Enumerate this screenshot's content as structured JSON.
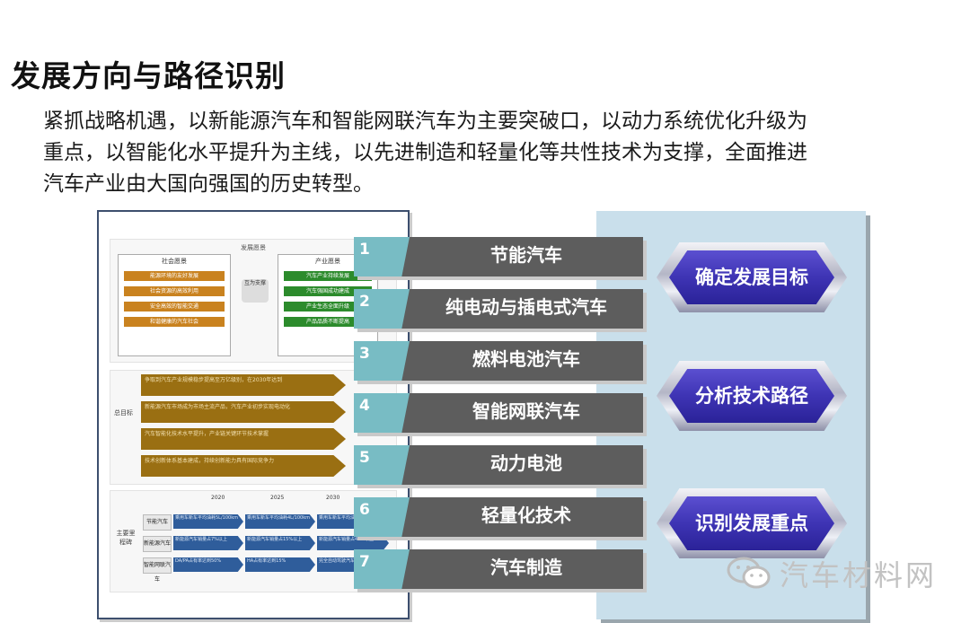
{
  "title": "发展方向与路径识别",
  "intro_lines": [
    "紧抓战略机遇，以新能源汽车和智能网联汽车为主要突破口，以动力系统优化升级为",
    "重点，以智能化水平提升为主线，以先进制造和轻量化等共性技术为支撑，全面推进",
    "汽车产业由大国向强国的历史转型。"
  ],
  "figure": {
    "vision_title": "发展愿景",
    "society": {
      "heading": "社会愿景",
      "items": [
        "能源环境的友好发展",
        "社会资源的高效利用",
        "安全高效的智能交通",
        "和谐健康的汽车社会"
      ]
    },
    "industry": {
      "heading": "产业愿景",
      "items": [
        "汽车产业持续发展",
        "汽车强国成功建成",
        "产业生态全面升级",
        "产品品质不断提高"
      ]
    },
    "support_label": "互为支撑",
    "goals_label": "总目标",
    "goals": [
      "争取到汽车产业规模稳步提高至万亿级别，在2030年达到",
      "新能源汽车市场成为市场主流产品，汽车产业初步实现电动化",
      "汽车智能化技术水平提升，产业链关键环节技术掌握",
      "技术创新体系基本建成，持续创新能力具有国际竞争力"
    ],
    "milestones_label": "主要里程碑",
    "years": [
      "2020",
      "2025",
      "2030"
    ],
    "rows": [
      {
        "label": "节能汽车",
        "cells": [
          "乘用车新车平均油耗5L/100km",
          "乘用车新车平均油耗4L/100km",
          "乘用车新车平均油耗3.2L/100km"
        ]
      },
      {
        "label": "新能源汽车",
        "cells": [
          "新能源汽车销量占7%以上",
          "新能源汽车销量占15%以上",
          "新能源汽车销量占40%以上"
        ]
      },
      {
        "label": "智能网联汽车",
        "cells": [
          "DA/PA占有率达到50%",
          "HA占有率达到15%",
          "完全自动驾驶汽车开始进入市场"
        ]
      }
    ]
  },
  "tech_items": [
    {
      "num": "1",
      "label": "节能汽车"
    },
    {
      "num": "2",
      "label": "纯电动与插电式汽车"
    },
    {
      "num": "3",
      "label": "燃料电池汽车"
    },
    {
      "num": "4",
      "label": "智能网联汽车"
    },
    {
      "num": "5",
      "label": "动力电池"
    },
    {
      "num": "6",
      "label": "轻量化技术"
    },
    {
      "num": "7",
      "label": "汽车制造"
    }
  ],
  "badges": [
    "确定发展目标",
    "分析技术路径",
    "识别发展重点"
  ],
  "watermark_text": "汽车材料网",
  "colors": {
    "accent_teal": "#78bcc4",
    "bar_gray": "#5d5d5d",
    "badge_purple": "#3e34b4",
    "panel_blue": "#c9dfeb",
    "goal_brown": "#9a6f12",
    "milestone_blue": "#2f5d9b",
    "vision_orange": "#c9821f",
    "vision_green": "#2c8b2c"
  }
}
